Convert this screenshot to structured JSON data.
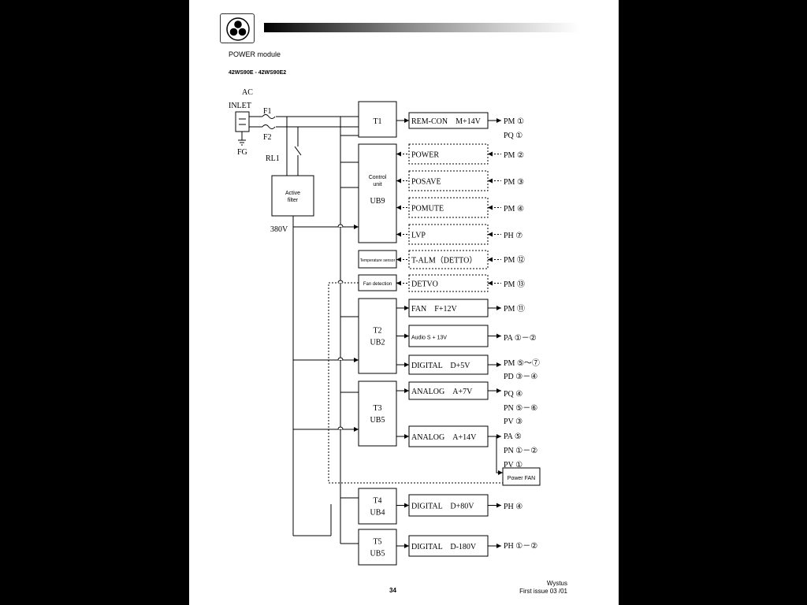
{
  "document": {
    "title": "POWER module",
    "models": "42WS90E - 42WS90E2",
    "page_number": "34",
    "brand": "Wystus",
    "issue": "First issue 03 /01"
  },
  "logo": {
    "icon": "three-circles-logo-icon"
  },
  "diagram": {
    "input": {
      "ac_label": "AC",
      "inlet_label": "INLET",
      "fuses": [
        "F1",
        "F2"
      ],
      "ground_label": "FG",
      "relay_label": "RL1",
      "active_filter_lines": [
        "Active",
        "filter"
      ],
      "dc_bus_label": "380V"
    },
    "t1_label": "T1",
    "control_unit": {
      "lines": [
        "Control",
        "unit"
      ],
      "id": "UB9"
    },
    "temperature_sensor": "Temperature sensor",
    "fan_detection": "Fan detection",
    "transformers": [
      {
        "t": "T2",
        "ub": "UB2"
      },
      {
        "t": "T3",
        "ub": "UB5"
      },
      {
        "t": "T4",
        "ub": "UB4"
      },
      {
        "t": "T5",
        "ub": "UB5"
      }
    ],
    "rails": [
      {
        "label": "REM-CON　M+14V",
        "dest": [
          "PM ①",
          "PQ ①"
        ]
      },
      {
        "label": "POWER",
        "dest": [
          "PM ②"
        ]
      },
      {
        "label": "POSAVE",
        "dest": [
          "PM ③"
        ]
      },
      {
        "label": "POMUTE",
        "dest": [
          "PM ④"
        ]
      },
      {
        "label": "LVP",
        "dest": [
          "PH ⑦"
        ]
      },
      {
        "label": "T-ALM（DETTO）",
        "dest": [
          "PM ⑫"
        ]
      },
      {
        "label": "DETVO",
        "dest": [
          "PM ⑬"
        ]
      },
      {
        "label": "FAN　F+12V",
        "dest": [
          "PM ⑪"
        ]
      },
      {
        "label": "Audio  S + 13V",
        "dest": [
          "PA ①－②"
        ]
      },
      {
        "label": "DIGITAL　D+5V",
        "dest": [
          "PM ⑤〜⑦",
          "PD ③－④"
        ]
      },
      {
        "label": "ANALOG　A+7V",
        "dest": [
          "PQ ④",
          "PN ⑤－⑥",
          "PV ③"
        ]
      },
      {
        "label": "ANALOG　A+14V",
        "dest": [
          "PA ⑤",
          "PN ①－②",
          "PV ①"
        ]
      },
      {
        "label": "DIGITAL　D+80V",
        "dest": [
          "PH ④"
        ]
      },
      {
        "label": "DIGITAL　D-180V",
        "dest": [
          "PH ①－②"
        ]
      }
    ],
    "power_fan": "Power FAN"
  }
}
